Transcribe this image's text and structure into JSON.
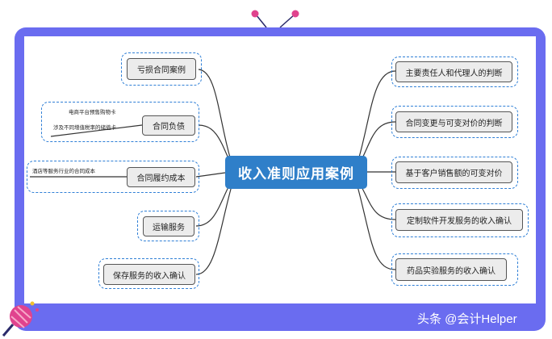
{
  "central": {
    "label": "收入准则应用案例"
  },
  "left_branches": [
    {
      "label": "亏损合同案例"
    },
    {
      "label": "合同负债",
      "subs": [
        "电商平台预售购物卡",
        "涉及不同增值税率的储值卡"
      ]
    },
    {
      "label": "合同履约成本",
      "subs": [
        "酒店等服务行业的合同成本"
      ]
    },
    {
      "label": "运输服务"
    },
    {
      "label": "保存服务的收入确认"
    }
  ],
  "right_branches": [
    {
      "label": "主要责任人和代理人的判断"
    },
    {
      "label": "合同变更与可变对价的判断"
    },
    {
      "label": "基于客户销售额的可变对价"
    },
    {
      "label": "定制软件开发服务的收入确认"
    },
    {
      "label": "药品实验服务的收入确认"
    }
  ],
  "watermark": "头条 @会计Helper",
  "colors": {
    "frame": "#6a6cf0",
    "central": "#2f7fc9",
    "dashed": "#2f7fd6"
  }
}
